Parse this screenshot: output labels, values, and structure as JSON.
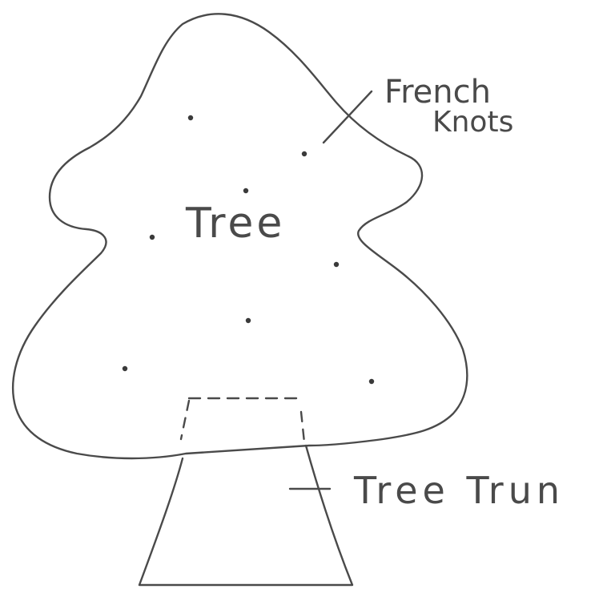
{
  "labels": {
    "tree": "Tree",
    "french_knots_line1": "French",
    "french_knots_line2": "Knots",
    "tree_trunk": "Tree Trun"
  },
  "ink_color": "#4a4a4a"
}
